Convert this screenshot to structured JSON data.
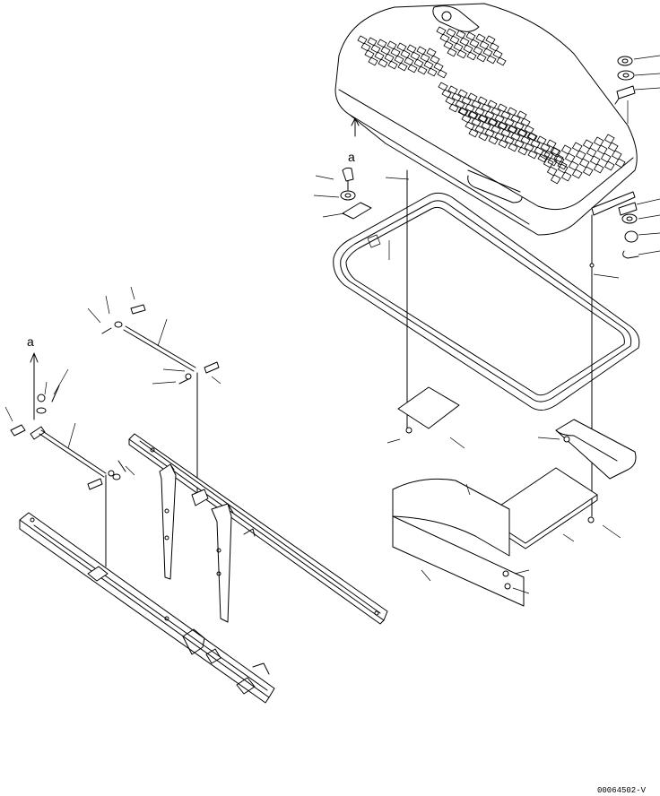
{
  "labels": {
    "view_marker_left": "a",
    "view_marker_right": "a"
  },
  "drawing_code": "00064502-V"
}
